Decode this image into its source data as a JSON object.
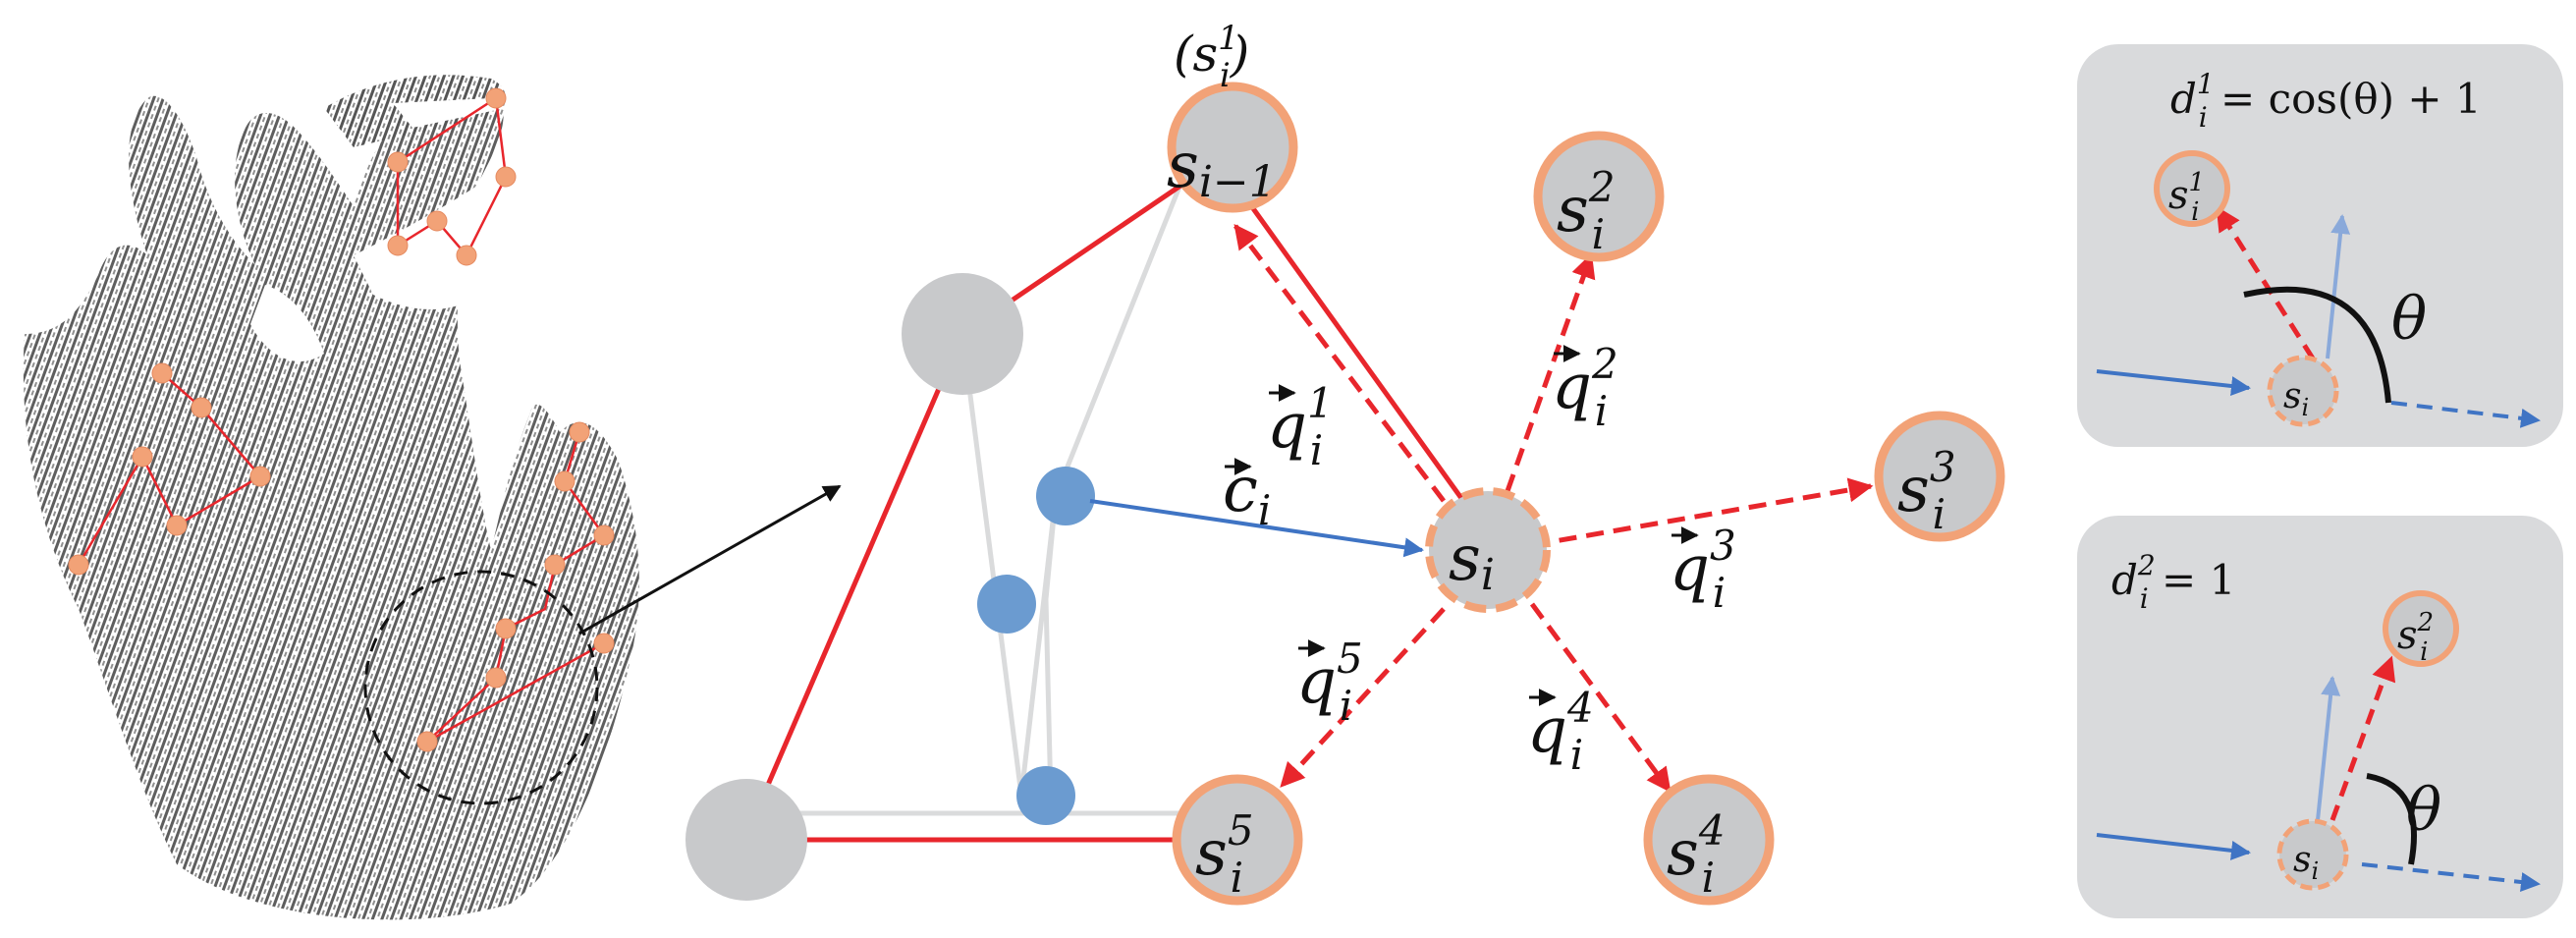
{
  "colors": {
    "red": "#e8262c",
    "blue": "#3f74c4",
    "gray_node": "#c8c9cb",
    "peach": "#f2a277",
    "panel": "#d9dadc",
    "edge_gray": "#dadbdc",
    "blue_node": "#6b9bd0"
  },
  "center": {
    "top_label": {
      "base": "(s",
      "sub": "i",
      "sup": "1",
      "close": ")"
    },
    "s_prev": {
      "base": "s",
      "sub": "i−1"
    },
    "s_i": {
      "base": "s",
      "sub": "i"
    },
    "neighbors": [
      {
        "base": "s",
        "sub": "i",
        "sup": "2"
      },
      {
        "base": "s",
        "sub": "i",
        "sup": "3"
      },
      {
        "base": "s",
        "sub": "i",
        "sup": "4"
      },
      {
        "base": "s",
        "sub": "i",
        "sup": "5"
      }
    ],
    "vectors": {
      "q1": {
        "base": "q",
        "sub": "i",
        "sup": "1"
      },
      "q2": {
        "base": "q",
        "sub": "i",
        "sup": "2"
      },
      "q3": {
        "base": "q",
        "sub": "i",
        "sup": "3"
      },
      "q4": {
        "base": "q",
        "sub": "i",
        "sup": "4"
      },
      "q5": {
        "base": "q",
        "sub": "i",
        "sup": "5"
      },
      "c": {
        "base": "c",
        "sub": "i"
      }
    }
  },
  "panel1": {
    "eq": {
      "lhs": "d",
      "sub": "i",
      "sup": "1",
      "rhs": " = cos(θ) + 1"
    },
    "node_target": {
      "base": "s",
      "sub": "i",
      "sup": "1"
    },
    "node_center": {
      "base": "s",
      "sub": "i"
    },
    "angle": "θ"
  },
  "panel2": {
    "eq": {
      "lhs": "d",
      "sub": "i",
      "sup": "2",
      "rhs": " = 1"
    },
    "node_target": {
      "base": "s",
      "sub": "i",
      "sup": "2"
    },
    "node_center": {
      "base": "s",
      "sub": "i"
    },
    "angle": "θ"
  }
}
